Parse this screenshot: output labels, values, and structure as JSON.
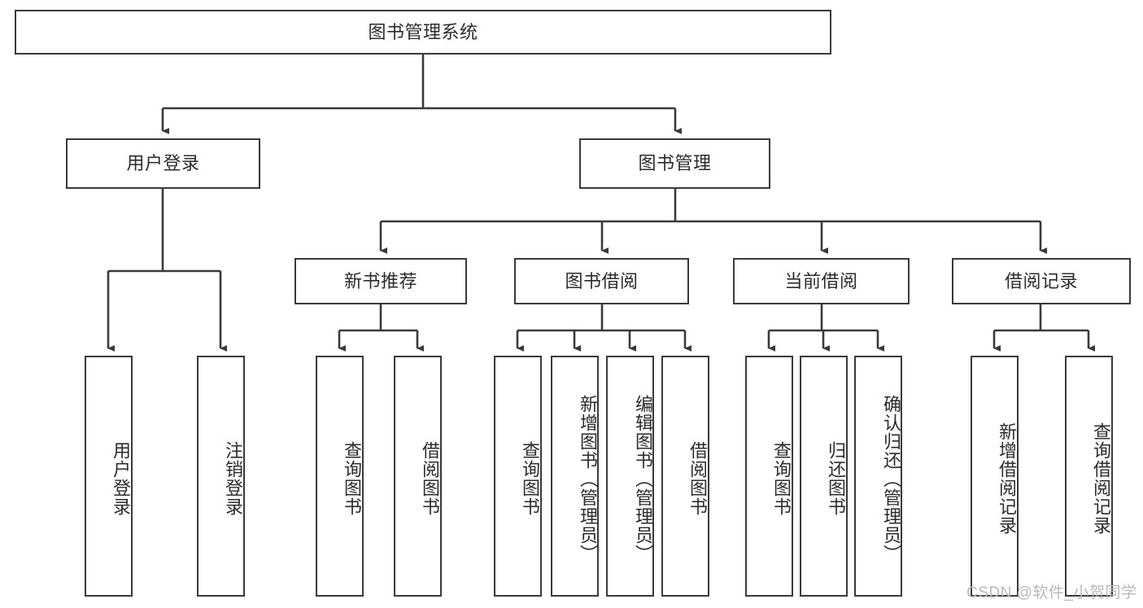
{
  "diagram": {
    "type": "tree-hierarchy-diagram",
    "root": {
      "label": "图书管理系统"
    },
    "level2": [
      {
        "label": "用户登录"
      },
      {
        "label": "图书管理"
      }
    ],
    "level3": [
      {
        "label": "新书推荐"
      },
      {
        "label": "图书借阅"
      },
      {
        "label": "当前借阅"
      },
      {
        "label": "借阅记录"
      }
    ],
    "leaves": {
      "user_login": [
        {
          "label": "用户登录"
        },
        {
          "label": "注销登录"
        }
      ],
      "new_book_recommend": [
        {
          "label": "查询图书"
        },
        {
          "label": "借阅图书"
        }
      ],
      "book_borrow": [
        {
          "label": "查询图书"
        },
        {
          "label": "新增图书（管理员）"
        },
        {
          "label": "编辑图书（管理员）"
        },
        {
          "label": "借阅图书"
        }
      ],
      "current_borrow": [
        {
          "label": "查询图书"
        },
        {
          "label": "归还图书"
        },
        {
          "label": "确认归还（管理员）"
        }
      ],
      "borrow_record": [
        {
          "label": "新增借阅记录"
        },
        {
          "label": "查询借阅记录"
        }
      ]
    },
    "watermark": "CSDN @软件_小贺同学",
    "colors": {
      "stroke": "#3a3a3a",
      "text": "#2b2b2b",
      "background": "#ffffff",
      "watermark": "#b8b8b8"
    }
  }
}
